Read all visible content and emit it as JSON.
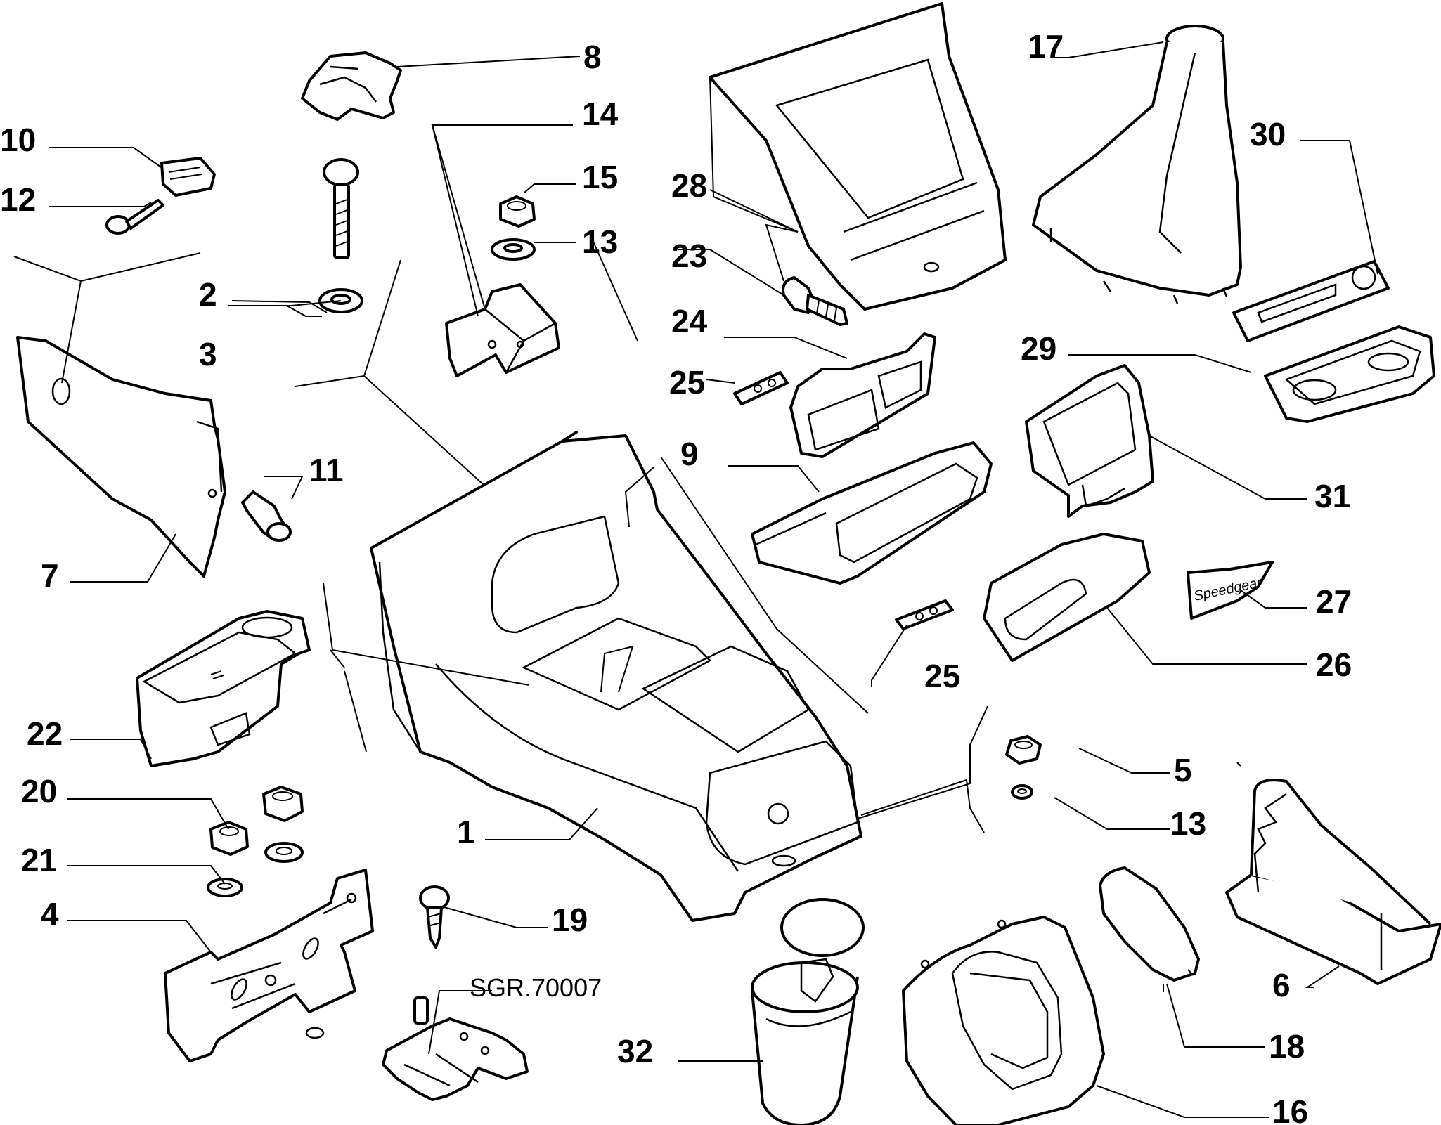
{
  "callouts": [
    {
      "key": "p1",
      "label": "1"
    },
    {
      "key": "p2",
      "label": "2"
    },
    {
      "key": "p3",
      "label": "3"
    },
    {
      "key": "p4",
      "label": "4"
    },
    {
      "key": "p5",
      "label": "5"
    },
    {
      "key": "p6",
      "label": "6"
    },
    {
      "key": "p7",
      "label": "7"
    },
    {
      "key": "p8",
      "label": "8"
    },
    {
      "key": "p9",
      "label": "9"
    },
    {
      "key": "p10",
      "label": "10"
    },
    {
      "key": "p11",
      "label": "11"
    },
    {
      "key": "p12",
      "label": "12"
    },
    {
      "key": "p13a",
      "label": "13"
    },
    {
      "key": "p13b",
      "label": "13"
    },
    {
      "key": "p14",
      "label": "14"
    },
    {
      "key": "p15",
      "label": "15"
    },
    {
      "key": "p16",
      "label": "16"
    },
    {
      "key": "p17",
      "label": "17"
    },
    {
      "key": "p18",
      "label": "18"
    },
    {
      "key": "p19",
      "label": "19"
    },
    {
      "key": "p20",
      "label": "20"
    },
    {
      "key": "p21",
      "label": "21"
    },
    {
      "key": "p22",
      "label": "22"
    },
    {
      "key": "p23",
      "label": "23"
    },
    {
      "key": "p24",
      "label": "24"
    },
    {
      "key": "p25a",
      "label": "25"
    },
    {
      "key": "p25b",
      "label": "25"
    },
    {
      "key": "p26",
      "label": "26"
    },
    {
      "key": "p27",
      "label": "27"
    },
    {
      "key": "p28",
      "label": "28"
    },
    {
      "key": "p29",
      "label": "29"
    },
    {
      "key": "p30",
      "label": "30"
    },
    {
      "key": "p31",
      "label": "31"
    },
    {
      "key": "p32",
      "label": "32"
    }
  ],
  "reference_code": "SGR.70007",
  "badge_text": "Speedgear"
}
